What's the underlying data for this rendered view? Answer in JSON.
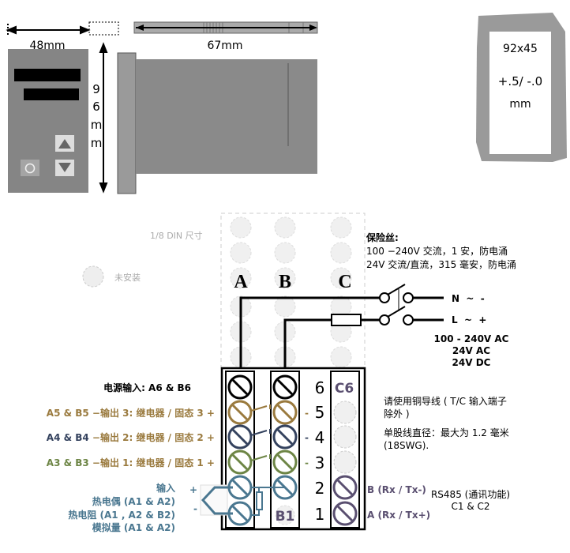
{
  "dimensions": {
    "width": "48mm",
    "depth": "67mm",
    "height_chars": [
      "9",
      "6",
      "m",
      "m"
    ]
  },
  "cutout": {
    "size": "92x45",
    "tolerance": "+.5/ -.0",
    "unit": "mm"
  },
  "din_label": "1/8 DIN 尺寸",
  "not_installed": "未安装",
  "columns": [
    "A",
    "B",
    "C"
  ],
  "fuse": {
    "title": "保险丝:",
    "line1": "100  −240V 交流，1 安，防电涌",
    "line2": "24V 交流/直流，315 毫安，防电涌"
  },
  "supply": {
    "n": "N  ~  -",
    "l": "L  ~  +",
    "v1": "100 - 240V AC",
    "v2": "24V AC",
    "v3": "24V DC"
  },
  "power_label": "电源输入:  A6 &  B6",
  "outputs": [
    {
      "pins": "A5 & B5",
      "text": " −输出 3:  继电器 / 固态 3 +",
      "color": "#9a7a3e"
    },
    {
      "pins": "A4 & B4",
      "text": " −输出 2:  继电器 / 固态 2 +",
      "color": "#34425e"
    },
    {
      "pins": "A3 & B3",
      "text": " −输出 1:  继电器 / 固态 1 +",
      "color": "#6d8545"
    }
  ],
  "input": {
    "l1": "输入",
    "l2": "热电偶 (A1 & A2)",
    "l3": "热电阻 (A1 , A2 & B2)",
    "l4": "模拟量  (A1 & A2)",
    "plus": "+",
    "minus": "-"
  },
  "row_numbers": [
    "6",
    "5",
    "4",
    "3",
    "2",
    "1"
  ],
  "c6": "C6",
  "b1": "B1",
  "wire_note": {
    "l1": "请使用铜导线 ( T/C 输入端子",
    "l2": "除外 )",
    "l3": "单股线直径：最大为 1.2 毫米",
    "l4": "(18SWG)."
  },
  "rs485": {
    "b": "B (Rx / Tx-)",
    "a": "A (Rx / Tx+)",
    "t1": "RS485 (通讯功能)",
    "t2": "C1 & C2"
  }
}
